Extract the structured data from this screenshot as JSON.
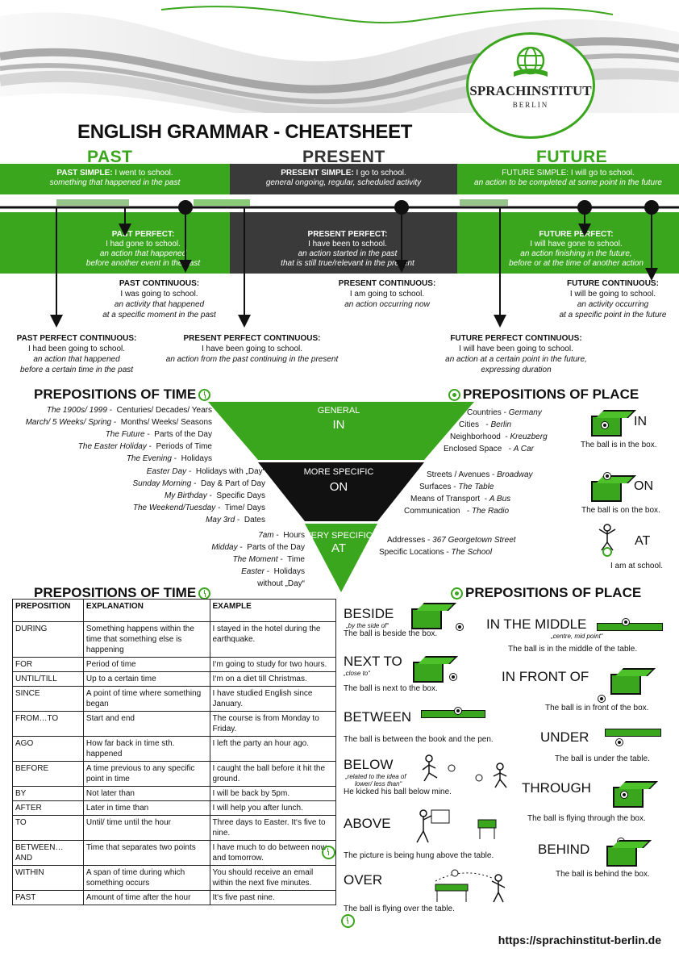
{
  "header": {
    "logo_name": "SPRACHINSTITUT",
    "logo_city": "BERLIN",
    "title": "ENGLISH GRAMMAR - CHEATSHEET",
    "past": "PAST",
    "present": "PRESENT",
    "future": "FUTURE"
  },
  "colors": {
    "accent": "#3aa61d",
    "dark": "#3a3a3a"
  },
  "timeline": {
    "past_simple": {
      "label": "PAST SIMPLE:",
      "example": "I went to school.",
      "desc": "something that happened in the past"
    },
    "present_simple": {
      "label": "PRESENT SIMPLE:",
      "example": "I go to school.",
      "desc": "general ongoing, regular, scheduled activity"
    },
    "future_simple": {
      "label": "FUTURE SIMPLE:",
      "example": "I will go to school.",
      "desc": "an action to be completed at some point in the future"
    },
    "past_perfect": {
      "label": "PAST PERFECT:",
      "example": "I had gone to school.",
      "desc1": "an action that happened",
      "desc2": "before another event in the past"
    },
    "present_perfect": {
      "label": "PRESENT PERFECT:",
      "example": "I have been to school.",
      "desc1": "an action started in the past",
      "desc2": "that is still true/relevant in the present"
    },
    "future_perfect": {
      "label": "FUTURE PERFECT:",
      "example": "I will have gone to school.",
      "desc1": "an action finishing in the future,",
      "desc2": "before or at the time of another action"
    },
    "past_continuous": {
      "label": "PAST CONTINUOUS:",
      "example": "I was going to school.",
      "desc1": "an activity that happened",
      "desc2": "at a specific moment in the past"
    },
    "present_continuous": {
      "label": "PRESENT CONTINUOUS:",
      "example": "I am going to school.",
      "desc1": "an action occurring now"
    },
    "future_continuous": {
      "label": "FUTURE CONTINUOUS:",
      "example": "I will be going to school.",
      "desc1": "an activity occurring",
      "desc2": "at a specific point in the future"
    },
    "past_perfect_continuous": {
      "label": "PAST PERFECT CONTINUOUS:",
      "example": "I had been going to school.",
      "desc1": "an action that happened",
      "desc2": "before a certain time in the past"
    },
    "present_perfect_continuous": {
      "label": "PRESENT PERFECT CONTINUOUS:",
      "example": "I have been going to school.",
      "desc1": "an action from the past continuing in the present"
    },
    "future_perfect_continuous": {
      "label": "FUTURE PERFECT CONTINUOUS:",
      "example": "I will have been going to school.",
      "desc1": "an action at a certain point in the future,",
      "desc2": "expressing duration"
    }
  },
  "prepositions": {
    "time_heading": "PREPOSITIONS OF TIME",
    "place_heading": "PREPOSITIONS OF PLACE",
    "general": "GENERAL",
    "in": "IN",
    "more_specific": "MORE SPECIFIC",
    "on": "ON",
    "very_specific": "VERY SPECIFIC",
    "at": "AT",
    "time_in": [
      {
        "ex": "The 1900s/ 1999",
        "desc": "Centuries/ Decades/ Years"
      },
      {
        "ex": "March/ 5 Weeks/ Spring",
        "desc": "Months/ Weeks/ Seasons"
      },
      {
        "ex": "The Future",
        "desc": "Parts of the Day"
      },
      {
        "ex": "The Easter Holiday",
        "desc": "Periods of Time"
      },
      {
        "ex": "The Evening",
        "desc": "Holidays"
      }
    ],
    "time_on": [
      {
        "ex": "Easter Day",
        "desc": "Holidays with „Day“"
      },
      {
        "ex": "Sunday Morning",
        "desc": "Day & Part of Day"
      },
      {
        "ex": "My Birthday",
        "desc": "Specific Days"
      },
      {
        "ex": "The Weekend/Tuesday",
        "desc": "Time/ Days"
      },
      {
        "ex": "May 3rd",
        "desc": "Dates"
      }
    ],
    "time_at": [
      {
        "ex": "7am",
        "desc": "Hours"
      },
      {
        "ex": "Midday",
        "desc": "Parts of the Day"
      },
      {
        "ex": "The Moment",
        "desc": "Time"
      },
      {
        "ex": "Easter",
        "desc": "Holidays"
      },
      {
        "ex": "",
        "desc": "without „Day“"
      }
    ],
    "place_in": [
      {
        "desc": "Countries",
        "ex": "Germany"
      },
      {
        "desc": "Cities",
        "ex": "Berlin"
      },
      {
        "desc": "Neighborhood",
        "ex": "Kreuzberg"
      },
      {
        "desc": "Enclosed Space",
        "ex": "A Car"
      }
    ],
    "place_on": [
      {
        "desc": "Streets / Avenues",
        "ex": "Broadway"
      },
      {
        "desc": "Surfaces",
        "ex": "The Table"
      },
      {
        "desc": "Means of Transport",
        "ex": "A Bus"
      },
      {
        "desc": "Communication",
        "ex": "The Radio"
      }
    ],
    "place_at": [
      {
        "desc": "Addresses",
        "ex": "367 Georgetown Street"
      },
      {
        "desc": "Specific Locations",
        "ex": "The School"
      }
    ],
    "side_in": {
      "word": "IN",
      "cap": "The ball is in the box."
    },
    "side_on": {
      "word": "ON",
      "cap": "The ball is on the box."
    },
    "side_at": {
      "word": "AT",
      "cap": "I am at school."
    }
  },
  "table": {
    "headers": [
      "PREPOSITION",
      "EXPLANATION",
      "EXAMPLE"
    ],
    "rows": [
      [
        "DURING",
        "Something happens within the time that something else is happening",
        "I stayed in the hotel during the earthquake."
      ],
      [
        "FOR",
        "Period of time",
        "I‘m going to study for two hours."
      ],
      [
        "UNTIL/TILL",
        "Up to a certain time",
        "I‘m on a diet till Christmas."
      ],
      [
        "SINCE",
        "A point of time where something began",
        "I have studied English since January."
      ],
      [
        "FROM…TO",
        "Start and end",
        "The course is from Monday to Friday."
      ],
      [
        "AGO",
        "How far back in time sth. happened",
        "I left the party an hour ago."
      ],
      [
        "BEFORE",
        "A time previous to any specific point in time",
        "I caught the ball before it hit the ground."
      ],
      [
        "BY",
        "Not later than",
        "I will be back by 5pm."
      ],
      [
        "AFTER",
        "Later in time than",
        "I will help you after lunch."
      ],
      [
        "TO",
        "Until/ time until the hour",
        "Three days to Easter. It‘s five to nine."
      ],
      [
        "BETWEEN… AND",
        "Time that separates two points",
        "I have much to do between now and tomorrow."
      ],
      [
        "WITHIN",
        "A span of time during which something occurs",
        "You should receive an email within the next five minutes."
      ],
      [
        "PAST",
        "Amount of time after the hour",
        "It‘s five past nine."
      ]
    ]
  },
  "place": {
    "beside": {
      "word": "BESIDE",
      "quote": "„by the side of“",
      "cap": "The ball is beside the box."
    },
    "next_to": {
      "word": "NEXT TO",
      "quote": "„close to“",
      "cap": "The ball is next to the box."
    },
    "between": {
      "word": "BETWEEN",
      "cap": "The ball is between the book and the pen."
    },
    "below": {
      "word": "BELOW",
      "quote1": "„related to the idea of",
      "quote2": "lower/ less than“",
      "cap": "He kicked his ball below mine."
    },
    "above": {
      "word": "ABOVE",
      "cap": "The picture is being hung above the table."
    },
    "over": {
      "word": "OVER",
      "cap": "The ball is flying over the table."
    },
    "in_the_middle": {
      "word": "IN THE MIDDLE",
      "quote": "„centre, mid point“",
      "cap": "The ball is in the middle of the table."
    },
    "in_front_of": {
      "word": "IN FRONT OF",
      "cap": "The ball is in front of the box."
    },
    "under": {
      "word": "UNDER",
      "cap": "The ball is under the table."
    },
    "through": {
      "word": "THROUGH",
      "cap": "The ball is flying through the box."
    },
    "behind": {
      "word": "BEHIND",
      "cap": "The ball is behind the box."
    }
  },
  "footer": {
    "url": "https://sprachinstitut-berlin.de"
  }
}
